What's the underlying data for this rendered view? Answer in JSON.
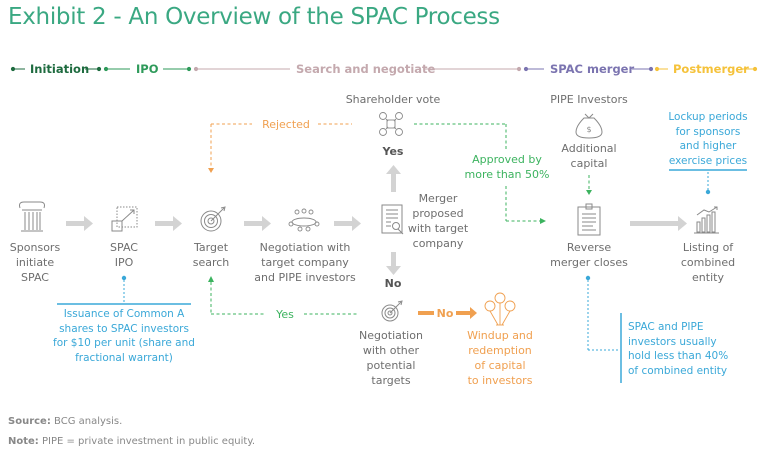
{
  "title": "Exhibit 2 - An Overview of the SPAC Process",
  "phases": [
    {
      "label": "Initiation",
      "color": "#1e6b3f"
    },
    {
      "label": "IPO",
      "color": "#2e9a5a"
    },
    {
      "label": "Search and negotiate",
      "color": "#c4a9ae"
    },
    {
      "label": "SPAC merger",
      "color": "#7b74b0"
    },
    {
      "label": "Postmerger",
      "color": "#f5c23a"
    }
  ],
  "steps": {
    "sponsors": [
      "Sponsors",
      "initiate",
      "SPAC"
    ],
    "spac_ipo": [
      "SPAC",
      "IPO"
    ],
    "target_search": [
      "Target",
      "search"
    ],
    "negotiation": [
      "Negotiation with",
      "target company",
      "and PIPE investors"
    ],
    "merger_proposed": [
      "Merger",
      "proposed",
      "with target",
      "company"
    ],
    "reverse_merger": [
      "Reverse",
      "merger closes"
    ],
    "listing": [
      "Listing of",
      "combined",
      "entity"
    ],
    "other_targets": [
      "Negotiation",
      "with other",
      "potential",
      "targets"
    ],
    "windup": [
      "Windup and",
      "redemption",
      "of capital",
      "to investors"
    ]
  },
  "vote": {
    "heading": "Shareholder vote",
    "yes": "Yes",
    "no": "No",
    "rejected": "Rejected",
    "approved": [
      "Approved by",
      "more than 50%"
    ],
    "loop_yes": "Yes",
    "no_arrow": "No"
  },
  "pipe": {
    "heading": "PIPE Investors",
    "caption": [
      "Additional",
      "capital"
    ]
  },
  "notes": {
    "issuance": [
      "Issuance of Common A",
      "shares to SPAC investors",
      "for $10 per unit (share and",
      "fractional warrant)"
    ],
    "lockup": [
      "Lockup periods",
      "for sponsors",
      "and higher",
      "exercise prices"
    ],
    "holdings": [
      "SPAC and PIPE",
      "investors usually",
      "hold less than 40%",
      "of combined entity"
    ]
  },
  "footer": {
    "source_label": "Source:",
    "source_text": " BCG analysis.",
    "note_label": "Note:",
    "note_text": " PIPE = private investment in public equity."
  },
  "colors": {
    "title": "#3aa882",
    "blue_note": "#3aa8d8",
    "green_path": "#3cb35f",
    "orange_path": "#f0a050",
    "arrow_gray": "#d3d3d3",
    "icon_gray": "#8a8a8a"
  }
}
